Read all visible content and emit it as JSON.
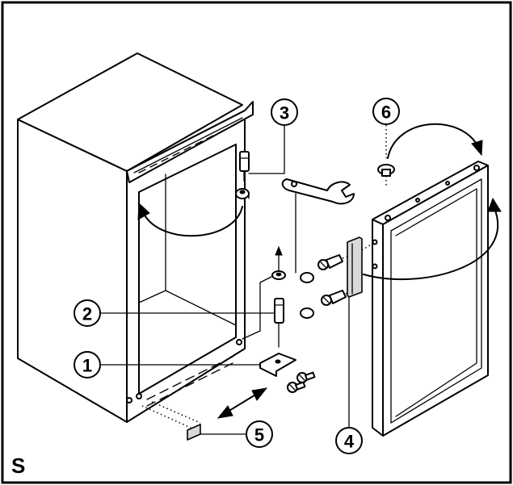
{
  "region_label": "S",
  "callouts": [
    {
      "id": "1",
      "label": "1"
    },
    {
      "id": "2",
      "label": "2"
    },
    {
      "id": "3",
      "label": "3"
    },
    {
      "id": "4",
      "label": "4"
    },
    {
      "id": "5",
      "label": "5"
    },
    {
      "id": "6",
      "label": "6"
    }
  ],
  "colors": {
    "line": "#000000",
    "background": "#ffffff",
    "shade": "#d9d9d9"
  }
}
